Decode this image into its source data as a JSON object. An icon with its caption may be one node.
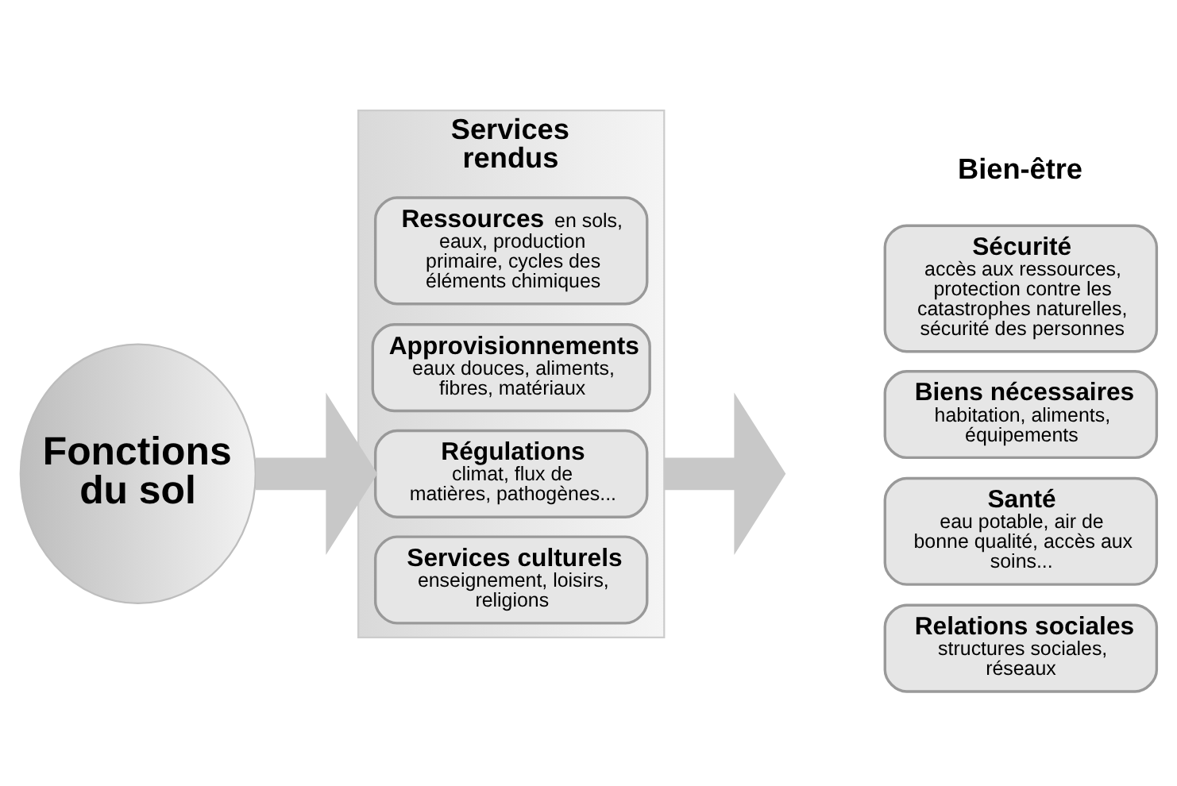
{
  "diagram": {
    "nodes": [
      {
        "text": [
          "Fonctions du sol"
        ]
      },
      {
        "text": [
          "Services rendus"
        ]
      },
      {
        "text": [
          "**Ressources** en sols, eaux, production primaire, cycles des éléments chimiques"
        ],
        "in": 1
      },
      {
        "text": [
          "Approvisionnements",
          "eaux douces, aliments, fibres, matériaux"
        ],
        "in": 1
      },
      {
        "text": [
          "Régulations",
          "climat, flux de matières, pathogènes..."
        ],
        "in": 1
      },
      {
        "text": [
          "Services culturels",
          "enseignement, loisirs, religions"
        ],
        "in": 1
      },
      {
        "text": [
          "Sécurité",
          "accès aux ressources, protection contre les catastrophes naturelles, sécurité des personnes"
        ]
      },
      {
        "text": [
          "Biens nécessaires",
          "habitation, aliments, équipements"
        ]
      },
      {
        "text": [
          "Santé",
          "eau potable, air de bonne qualité, accès aux soins..."
        ]
      },
      {
        "text": [
          "Relations sociales",
          "structures sociales, réseaux"
        ]
      }
    ],
    "edges": [
      {
        "from": 0,
        "to": 1,
        "arrow": "to"
      },
      {
        "from": 1,
        "to": null,
        "arrow": "to"
      }
    ],
    "labels": [
      "Bien-être"
    ]
  }
}
